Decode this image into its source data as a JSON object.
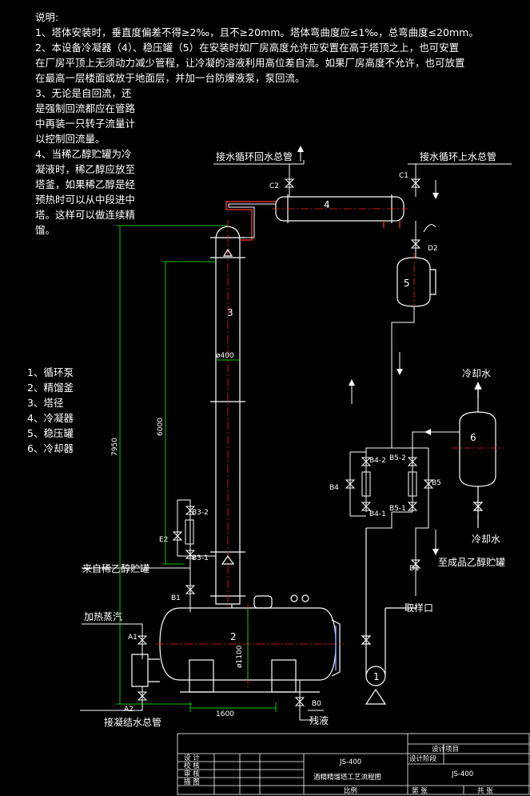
{
  "notes": {
    "heading": "说明:",
    "lines": [
      "1、塔体安装时，垂直度偏差不得≥2‰，且不≥20mm。塔体弯曲度应≤1‰，总弯曲度≤20mm。",
      "2、本设备冷凝器（4）、稳压罐（5）在安装时如厂房高度允许应安置在高于塔顶之上，也可安置",
      "在厂房平顶上无须动力减少管程，让冷凝的溶液利用高位差自流。如果厂房高度不允许，也可放置",
      "在最高一层楼面或放于地面层，并加一台防爆液泵，泵回流。",
      "3、无论是自回流，还",
      "是强制回流都应在管路",
      "中再装一只转子流量计",
      "以控制回流量。",
      "4、当稀乙醇贮罐为冷",
      "凝液时，稀乙醇应放至",
      "塔釜，如果稀乙醇是经",
      "预热时可以从中段进中",
      "塔。这样可以做连续精",
      "馏。"
    ]
  },
  "legend": [
    "1、循环泵",
    "2、精馏釜",
    "3、塔径",
    "4、冷凝器",
    "5、稳压罐",
    "6、冷却器"
  ],
  "labels": {
    "return_main": "接水循环回水总管",
    "supply_main": "接水循环上水总管",
    "c2": "C2",
    "c1": "C1",
    "d2": "D2",
    "d1": "D1",
    "n1": "1",
    "n2": "2",
    "n3": "3",
    "n4": "4",
    "n5": "5",
    "n6": "6",
    "dia400": "ø400",
    "dia1100": "ø1100",
    "h7950": "7950",
    "h6000": "6000",
    "w1600": "1600",
    "cooling_water_top": "冷却水",
    "cooling_water_bot": "冷却水",
    "to_product_tank": "至成品乙醇贮罐",
    "sample_port": "取样口",
    "from_dilute_tank": "来自稀乙醇贮罐",
    "heating_steam": "加热蒸汽",
    "condensate_main": "接凝结水总管",
    "residue": "残液",
    "a1": "A1",
    "a2": "A2",
    "b0": "B0",
    "b1": "B1",
    "b31": "B3-1",
    "b32": "B3-2",
    "e2": "E2",
    "b41": "B4-1",
    "b42": "B4-2",
    "b4": "B4",
    "b51": "B5-1",
    "b52": "B5-2",
    "b5": "B5"
  },
  "title_block": {
    "design": "设 计",
    "check": "校 核",
    "review": "审 核",
    "draw": "描 图",
    "code": "JS-400",
    "code2": "JS-400",
    "title": "酒精精馏塔工艺流程图",
    "design_item": "设计项目",
    "design_stage": "设计阶段",
    "scale": "比例",
    "sheet": "第    张",
    "total": "共    张"
  },
  "colors": {
    "line": "#ffffff",
    "dim": "#00ff00",
    "center": "#ff2020",
    "pipe": "#ff3b3b",
    "vessel": "#ffffff"
  }
}
